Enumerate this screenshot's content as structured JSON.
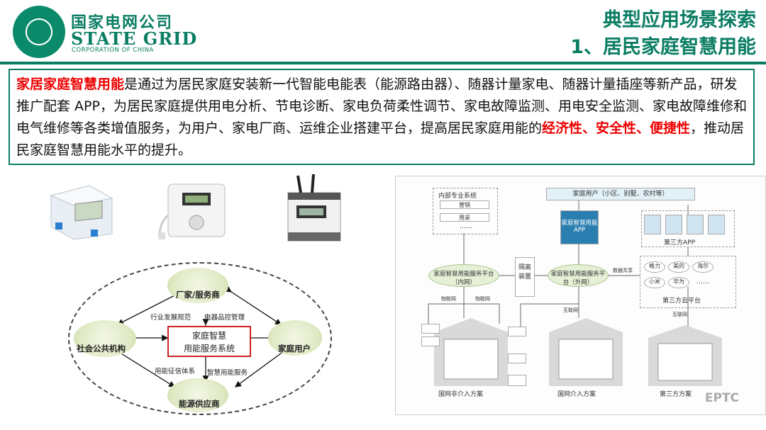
{
  "header": {
    "logo_cn": "国家电网公司",
    "logo_en": "STATE GRID",
    "logo_sub": "CORPORATION OF CHINA",
    "title_line1": "典型应用场景探索",
    "title_line2": "1、居民家庭智慧用能"
  },
  "description": {
    "lead": "家居家庭智慧用能",
    "part1": "是通过为居民家庭安装新一代智能电能表（能源路由器）、随器计量家电、随器计量插座等新产品，研发推广配套 APP，为居民家庭提供用电分析、节电诊断、家电负荷柔性调节、家电故障监测、用电安全监测、家电故障维修和电气维修等各类增值服务，为用户、家电厂商、运维企业搭建平台，提高居民家庭用能的",
    "highlight": "经济性、安全性、便捷性",
    "part2": "，推动居民家庭智慧用能水平的提升。"
  },
  "left_diagram": {
    "center_line1": "家庭智慧",
    "center_line2": "用能服务系统",
    "top_node": "厂家/服务商",
    "left_node": "社会公共机构",
    "right_node": "家庭用户",
    "bottom_node": "能源供应商",
    "edge_tl": "行业发展规范",
    "edge_tr": "电器品控管理",
    "edge_bl": "用能征信体系",
    "edge_br": "智慧用能服务"
  },
  "right_diagram": {
    "internal_system": "内部专业系统",
    "internal_item1": "营销",
    "internal_item2": "用采",
    "internal_item3": "……",
    "users_box": "家庭用户（小区、别墅、农村等）",
    "app_box": "家庭智慧用能APP",
    "third_app": "第三方APP",
    "platform_inner": "家庭智慧用能服务平台（内网）",
    "isolation": "隔离装置",
    "platform_outer": "家庭智慧用能服务平台（外网）",
    "data_share": "数据共享",
    "brands": [
      "格力",
      "美的",
      "海尔",
      "小米",
      "华为",
      "……"
    ],
    "third_cloud": "第三方云平台",
    "iot1": "物联网",
    "iot2": "物联网",
    "internet1": "互联网",
    "internet2": "互联网",
    "scheme1": "国网非介入方案",
    "scheme2": "国网介入方案",
    "scheme3": "第三方方案",
    "watermark": "EPTC"
  }
}
